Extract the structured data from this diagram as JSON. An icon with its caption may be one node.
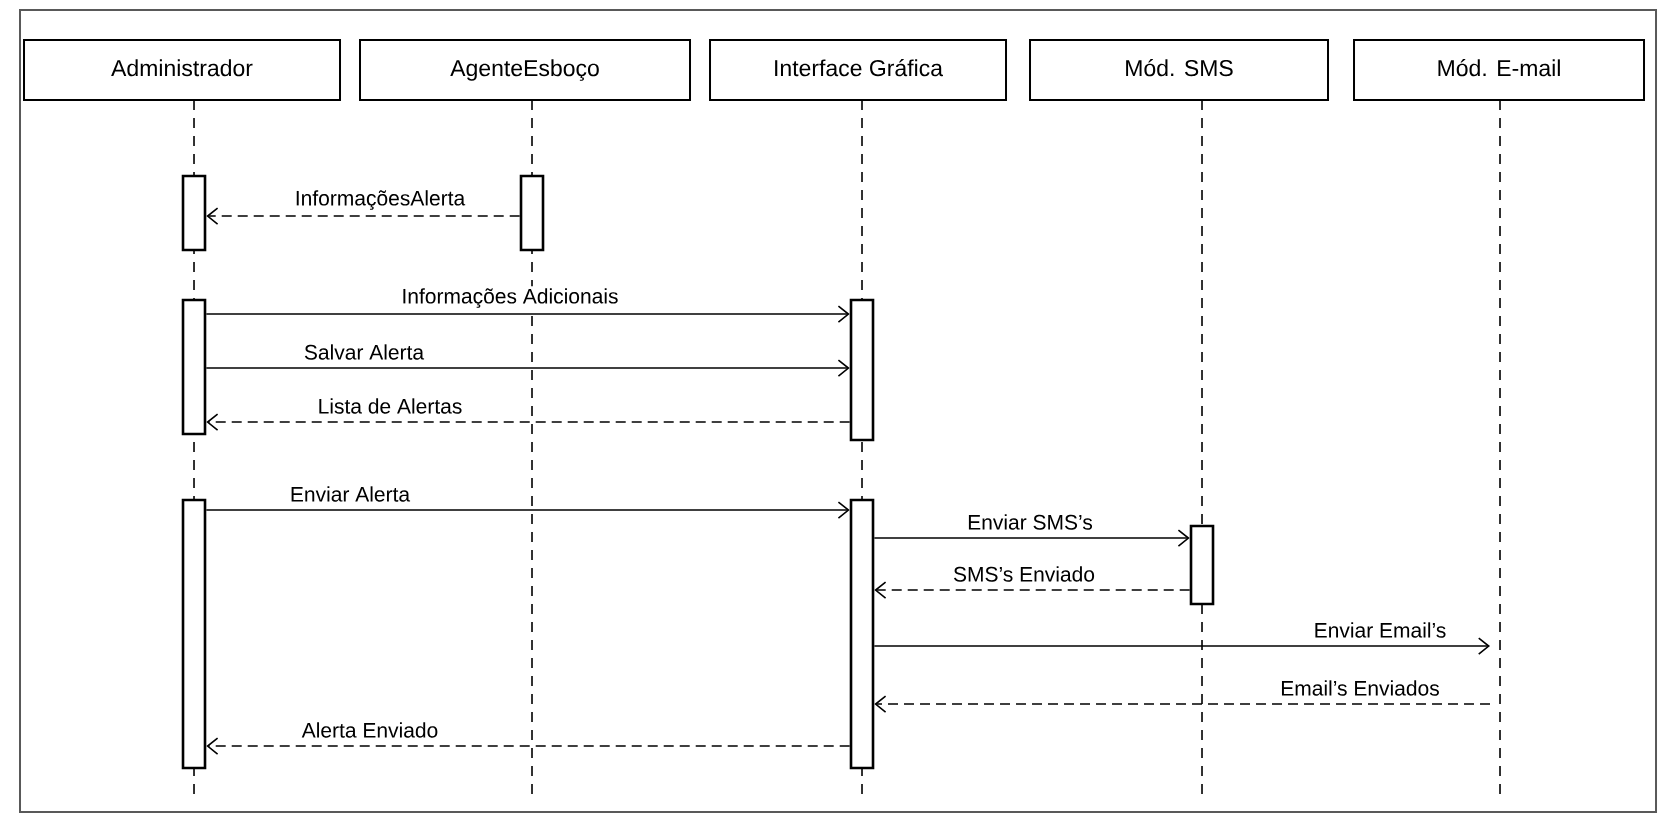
{
  "diagram": {
    "nodes": [
      {
        "text": [
          "Administrador"
        ]
      },
      {
        "text": [
          "AgenteEsboço"
        ]
      },
      {
        "text": [
          "Interface Gráfica"
        ]
      },
      {
        "text": [
          "Mód. SMS"
        ]
      },
      {
        "text": [
          "Mód. E-mail"
        ]
      },
      {
        "text": [],
        "shape": "bar"
      },
      {
        "text": [],
        "shape": "bar"
      },
      {
        "text": [],
        "shape": "bar"
      },
      {
        "text": [],
        "shape": "bar"
      },
      {
        "text": [],
        "shape": "bar"
      },
      {
        "text": [],
        "shape": "bar"
      },
      {
        "text": [],
        "shape": "bar"
      }
    ],
    "edges": [
      {
        "from": 6,
        "to": 5,
        "arrow": "to",
        "style": "dashed",
        "label": "InformaçõesAlerta"
      },
      {
        "from": 7,
        "to": 8,
        "arrow": "to",
        "label": "Informações Adicionais"
      },
      {
        "from": 7,
        "to": 8,
        "arrow": "to",
        "label": "Salvar Alerta"
      },
      {
        "from": 8,
        "to": 7,
        "arrow": "to",
        "style": "dashed",
        "label": "Lista de Alertas"
      },
      {
        "from": 9,
        "to": 10,
        "arrow": "to",
        "label": "Enviar Alerta"
      },
      {
        "from": 10,
        "to": 11,
        "arrow": "to",
        "label": "Enviar SMS’s"
      },
      {
        "from": 11,
        "to": 10,
        "arrow": "to",
        "style": "dashed",
        "label": "SMS’s Enviado"
      },
      {
        "from": 10,
        "to": null,
        "arrow": "to",
        "label": "Enviar Email’s"
      },
      {
        "from": null,
        "to": 10,
        "arrow": "to",
        "style": "dashed",
        "label": "Email’s Enviados"
      },
      {
        "from": 10,
        "to": 9,
        "arrow": "to",
        "style": "dashed",
        "label": "Alerta Enviado"
      }
    ]
  }
}
